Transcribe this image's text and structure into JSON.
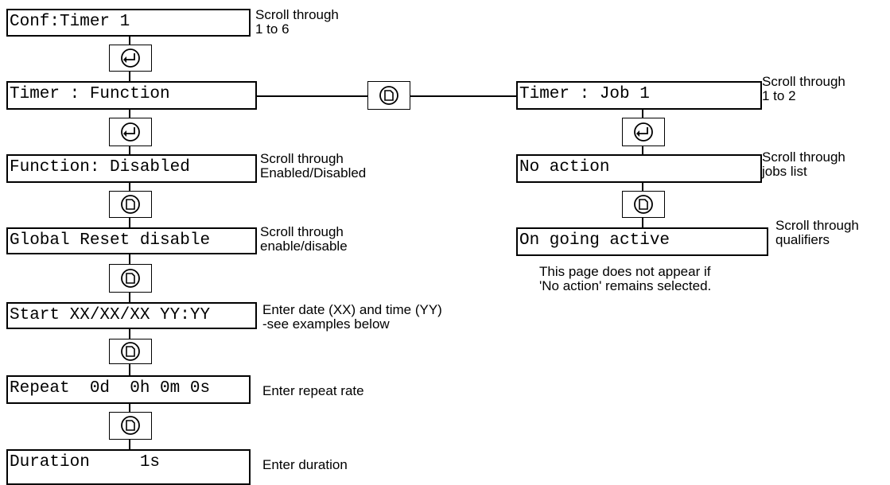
{
  "boxes": {
    "conf_timer": "Conf:Timer 1",
    "timer_function": "Timer : Function",
    "function_disabled": "Function: Disabled",
    "global_reset": "Global Reset disable",
    "start": "Start XX/XX/XX YY:YY",
    "repeat": "Repeat  0d  0h 0m 0s",
    "duration": "Duration     1s",
    "timer_job": "Timer : Job 1",
    "no_action": "No action",
    "on_going": "On going active"
  },
  "notes": {
    "conf_timer": "Scroll through\n1 to 6",
    "function_disabled": "Scroll through\nEnabled/Disabled",
    "global_reset": "Scroll through\nenable/disable",
    "start": "Enter date (XX) and time (YY)\n-see examples below",
    "repeat": "Enter repeat rate",
    "duration": "Enter duration",
    "timer_job": "Scroll through\n1 to 2",
    "no_action": "Scroll through\njobs list",
    "on_going": "Scroll through\nqualifiers",
    "on_going_caption": "This page does not appear if\n'No action' remains selected."
  },
  "icons": {
    "enter": "enter-key-icon",
    "page": "page-key-icon"
  }
}
